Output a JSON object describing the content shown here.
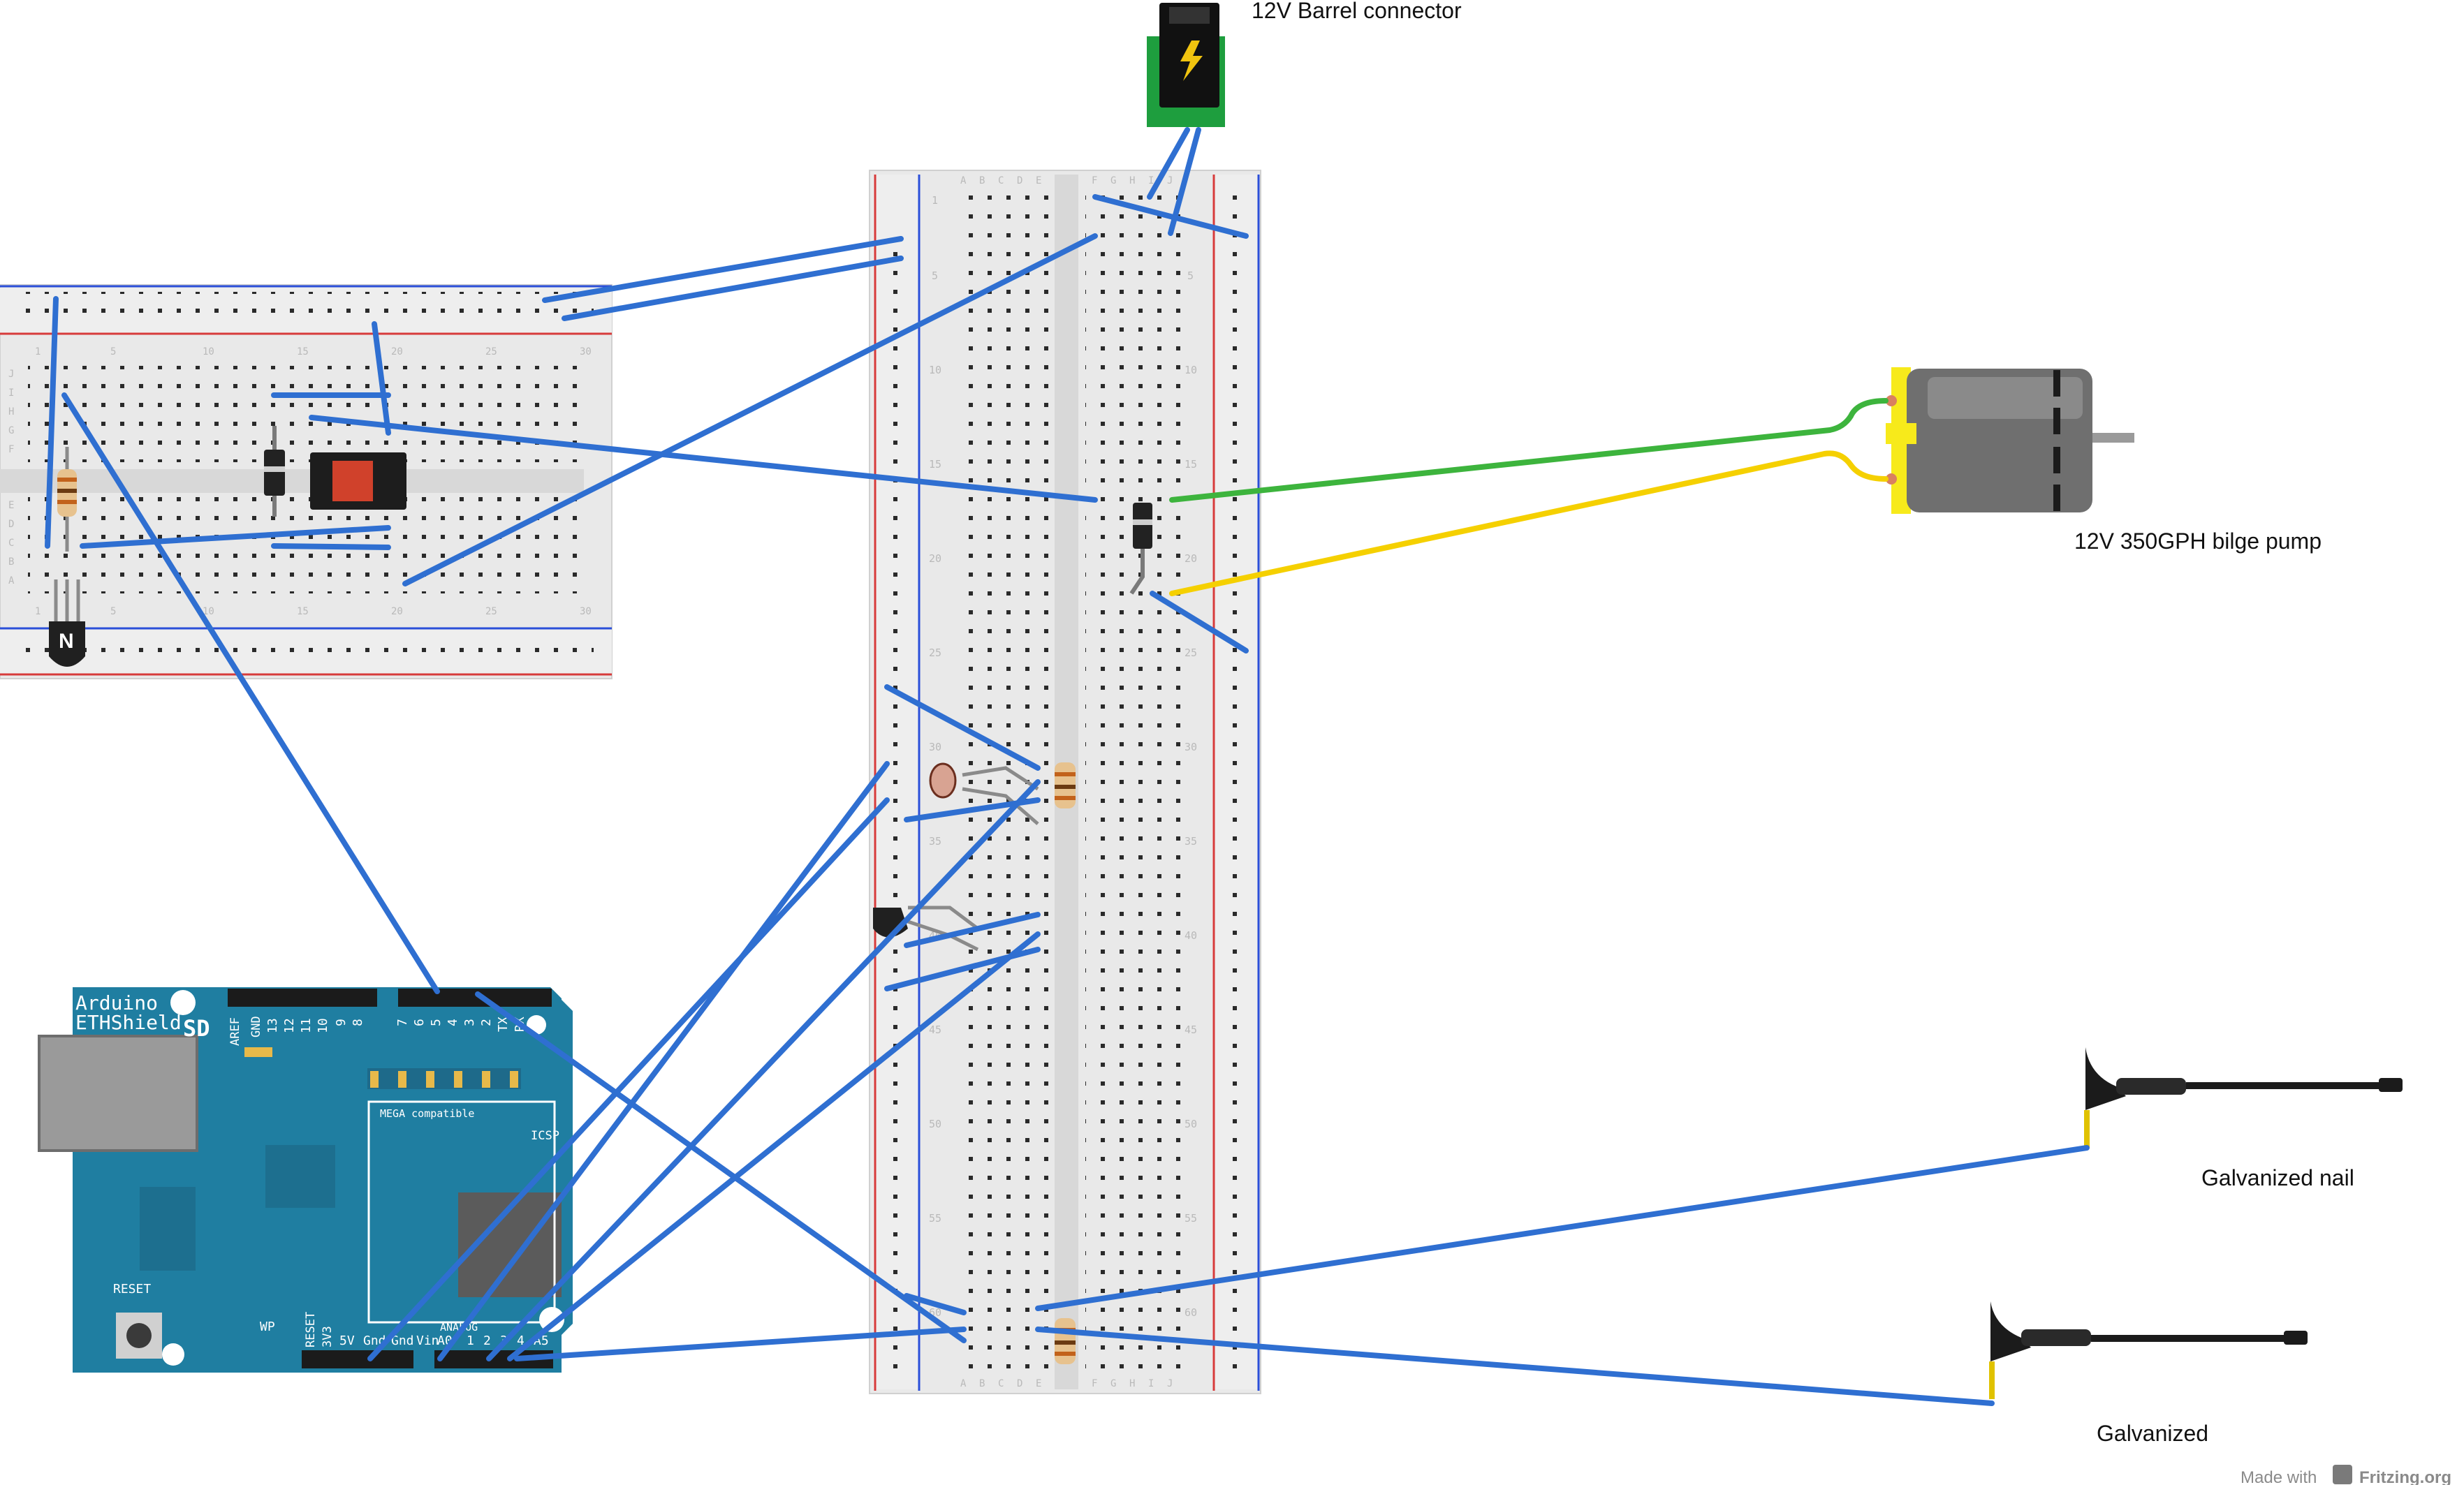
{
  "labels": {
    "barrel": "12V Barrel connector",
    "pump": "12V 350GPH bilge pump",
    "nail1": "Galvanized nail",
    "nail2": "Galvanized",
    "made_with": "Made with",
    "fritzing": "Fritzing.org"
  },
  "arduino": {
    "title1": "Arduino",
    "title2": "ETHShield",
    "sd": "SD",
    "reset": "RESET",
    "wp": "WP",
    "mega": "MEGA compatible",
    "icsp": "ICSP",
    "aref": "AREF",
    "gnd_top": "GND",
    "digital_pins": [
      "13",
      "12",
      "11",
      "10",
      "9",
      "8",
      "7",
      "6",
      "5",
      "4",
      "3",
      "2",
      "TX",
      "RX"
    ],
    "bottom_pins": [
      "RESET",
      "3V3",
      "5V",
      "Gnd",
      "Gnd",
      "Vin"
    ],
    "analog_label": "ANALOG",
    "analog_pins": [
      "A0",
      "1",
      "2",
      "3",
      "4",
      "A5"
    ]
  },
  "breadboard_main": {
    "col_letters": [
      "A",
      "B",
      "C",
      "D",
      "E",
      "F",
      "G",
      "H",
      "I",
      "J"
    ],
    "row_numbers": [
      "1",
      "5",
      "10",
      "15",
      "20",
      "25",
      "30",
      "35",
      "40",
      "45",
      "50",
      "55",
      "60"
    ]
  },
  "breadboard_small": {
    "row_letters": [
      "J",
      "I",
      "H",
      "G",
      "F",
      "E",
      "D",
      "C",
      "B",
      "A"
    ],
    "col_numbers": [
      "1",
      "5",
      "10",
      "15",
      "20",
      "25",
      "30"
    ]
  },
  "colors": {
    "wire_blue": "#2f6fd1",
    "wire_green": "#3db43d",
    "wire_yellow": "#f5d000",
    "shield": "#1f7ea1",
    "breadboard": "#e9e9e9"
  }
}
